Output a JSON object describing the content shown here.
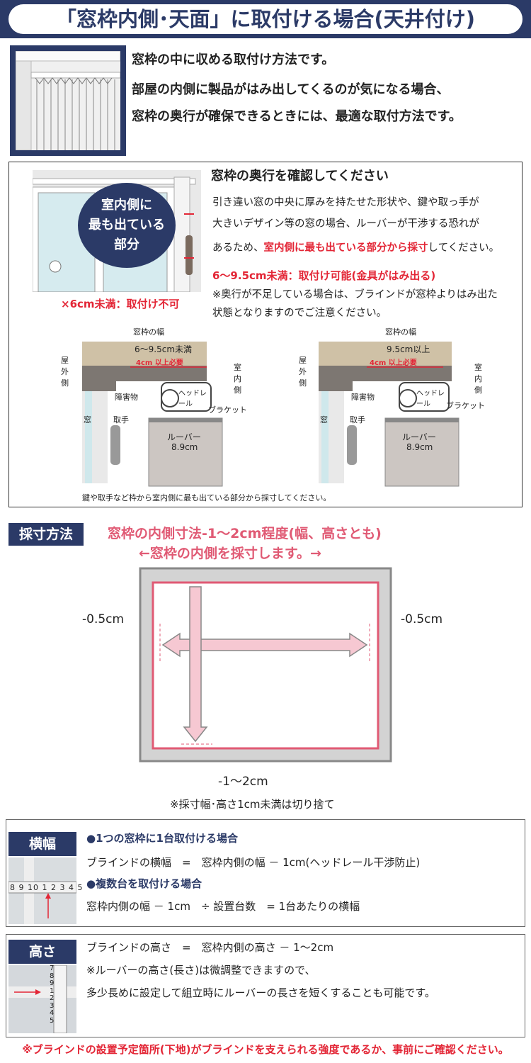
{
  "header": {
    "title": "「窓枠内側･天面」に取付ける場合(天井付け)"
  },
  "intro": {
    "lines": [
      "窓枠の中に収める取付け方法です。",
      "部屋の内側に製品がはみ出してくるのが気になる場合、",
      "窓枠の奥行が確保できるときには、最適な取付方法です。"
    ]
  },
  "depth": {
    "circle_lines": [
      "室内側に",
      "最も出ている",
      "部分"
    ],
    "no_install": "×6cm未満：取付け不可",
    "heading": "窓枠の奥行を確認してください",
    "p1": "引き違い窓の中央に厚みを持たせた形状や、鍵や取っ手が",
    "p2": "大きいデザイン等の窓の場合、ルーバーが干渉する恐れが",
    "p3a": "あるため、",
    "p3b": "室内側に最も出ている部分から採寸",
    "p3c": "してください。",
    "ok_line": "6～9.5cm未満：取付け可能(金具がはみ出る)",
    "note1": "※奥行が不足している場合は、ブラインドが窓枠よりはみ出た",
    "note2": "状態となりますのでご注意ください。",
    "diagram_left": {
      "frame_width": "窓枠の幅",
      "range": "6～9.5cm未満",
      "need": "4cm 以上必要",
      "outside": "屋外側",
      "inside": "室内側",
      "obstacle": "障害物",
      "headrail": "ヘッドレール",
      "bracket": "ブラケット",
      "window": "窓",
      "handle": "取手",
      "louver": "ルーバー",
      "louver_size": "8.9cm"
    },
    "diagram_right": {
      "frame_width": "窓枠の幅",
      "range": "9.5cm以上",
      "need": "4cm 以上必要",
      "outside": "屋外側",
      "inside": "室内側",
      "obstacle": "障害物",
      "headrail": "ヘッドレール",
      "bracket": "ブラケット",
      "window": "窓",
      "handle": "取手",
      "louver": "ルーバー",
      "louver_size": "8.9cm"
    },
    "caption": "鍵や取手など枠から室内側に最も出ている部分から採寸してください。"
  },
  "measure": {
    "label": "採寸方法",
    "head1": "窓枠の内側寸法-1～2cm程度(幅、高さとも)",
    "head2": "←窓枠の内側を採寸します。→",
    "left_dim": "-0.5cm",
    "right_dim": "-0.5cm",
    "bottom_dim": "-1～2cm",
    "note": "※採寸幅･高さ1cm未満は切り捨て"
  },
  "width_panel": {
    "label": "横幅",
    "tape": "8 9 10 1 2 3 4 5",
    "case1": "●1つの窓枠に1台取付ける場合",
    "formula1": "ブラインドの横幅　=　窓枠内側の幅 － 1cm(ヘッドレール干渉防止)",
    "case2": "●複数台を取付ける場合",
    "formula2": "窓枠内側の幅 － 1cm　÷ 設置台数　= 1台あたりの横幅"
  },
  "height_panel": {
    "label": "高さ",
    "tape": "7 8 9 1 2 3 4 5",
    "formula": "ブラインドの高さ　=　窓枠内側の高さ － 1～2cm",
    "note1": "※ルーバーの高さ(長さ)は微調整できますので、",
    "note2": "多少長めに設定して組立時にルーバーの長さを短くすることも可能です。"
  },
  "footer": {
    "note": "※ブラインドの設置予定箇所(下地)がブラインドを支えられる強度であるか、事前にご確認ください。"
  },
  "colors": {
    "navy": "#2b3a67",
    "red": "#e32636",
    "pink": "#e05a74",
    "pink_fill": "#f6c8d2",
    "wood": "#cfc1a6",
    "louver": "#ccc6c2"
  }
}
